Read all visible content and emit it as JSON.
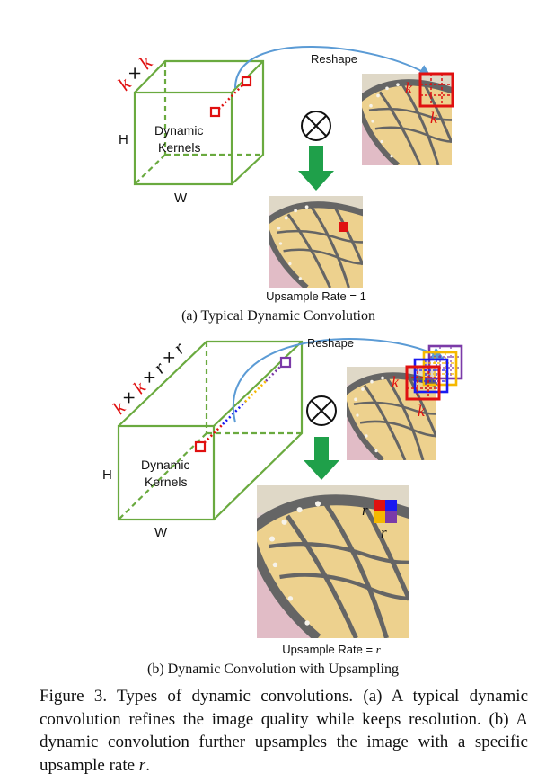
{
  "panel_a": {
    "kernel_size_k1": "k",
    "kernel_size_times": "×",
    "kernel_size_k2": "k",
    "h_label": "H",
    "w_label": "W",
    "cube_label_line1": "Dynamic",
    "cube_label_line2": "Kernels",
    "reshape_label": "Reshape",
    "grid_k_left": "k",
    "grid_k_bottom": "k",
    "operator_symbol": "⊗",
    "output_label_prefix": "Upsample Rate = ",
    "output_label_value": "1",
    "subcaption": "(a) Typical Dynamic Convolution"
  },
  "panel_b": {
    "kernel_size_tokens": [
      "k",
      "×",
      "k",
      "×",
      "r",
      "×",
      "r"
    ],
    "h_label": "H",
    "w_label": "W",
    "cube_label_line1": "Dynamic",
    "cube_label_line2": "Kernels",
    "reshape_label": "Reshape",
    "grid_k_left": "k",
    "grid_k_bottom": "k",
    "operator_symbol": "⊗",
    "block_r_left": "r",
    "block_r_bottom": "r",
    "output_label_prefix": "Upsample Rate = ",
    "output_label_value": "r",
    "subcaption": "(b) Dynamic Convolution with Upsampling"
  },
  "caption": {
    "text_1": "Figure 3. Types of dynamic convolutions. (a) A typical dynamic convolution refines the image quality while keeps resolution. (b) A dynamic convolution further upsamples the image with a specific upsample rate ",
    "text_var": "r",
    "text_2": "."
  },
  "colors": {
    "cube": "#6aaa3f",
    "kernel_red": "#e01010",
    "kernel_blue": "#1a1af0",
    "kernel_yellow": "#f5b800",
    "kernel_purple": "#7b3aa8",
    "arrow_blue": "#5b9bd5",
    "down_arrow_green": "#1fa04a"
  }
}
